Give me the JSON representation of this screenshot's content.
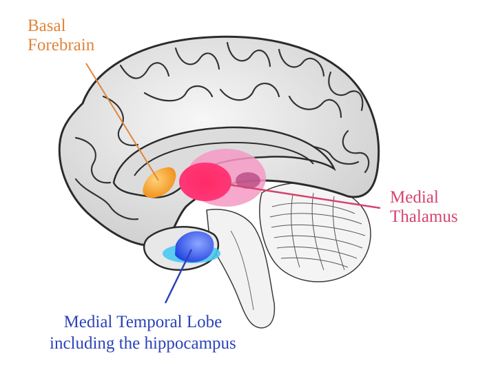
{
  "labels": {
    "basal_forebrain": [
      "Basal",
      "Forebrain"
    ],
    "medial_thalamus": [
      "Medial",
      "Thalamus"
    ],
    "medial_temporal_lobe": [
      "Medial Temporal Lobe",
      "including the hippocampus"
    ]
  },
  "colors": {
    "basal_forebrain": "#f59a1e",
    "medial_thalamus": "#ee2e6a",
    "medial_temporal_lobe": "#2b4fe0",
    "hippocampus_glow": "#49c9f0",
    "label_basal": "#e0853a",
    "label_thalamus": "#d4456e",
    "label_mtl": "#2a43b8",
    "brain_fill": "#e9e9e9",
    "brain_outline": "#2b2b2b"
  }
}
